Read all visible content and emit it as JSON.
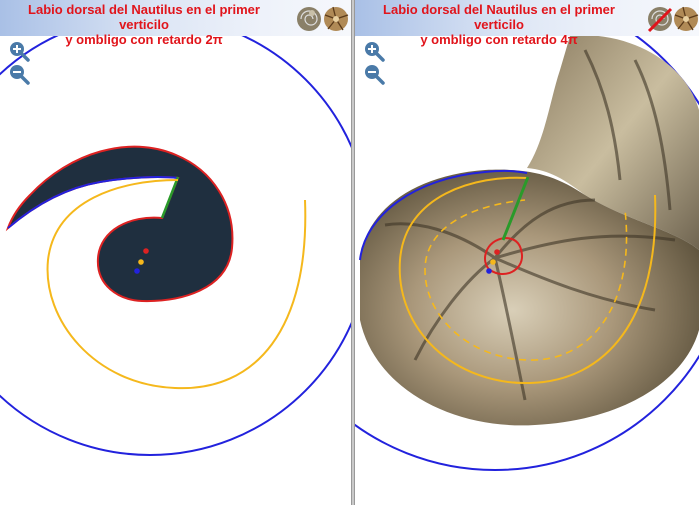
{
  "left_panel": {
    "title_line1": "Labio dorsal del Nautilus en el primer verticilo",
    "title_line2": "y ombligo con retardo 2π"
  },
  "right_panel": {
    "title_line1": "Labio dorsal del Nautilus en el primer verticilo",
    "title_line2": "y ombligo con retardo 4π"
  },
  "colors": {
    "title": "#e1141b",
    "spiral_orange": "#f5b81c",
    "outer_blue": "#2222dd",
    "lip_red": "#dd2222",
    "shell_fill": "#1f2f3f",
    "suture_green": "#2a9a2a"
  },
  "icons": [
    "zoom-in-icon",
    "zoom-out-icon",
    "nautilus-shell-icon",
    "nautilus-section-icon"
  ]
}
